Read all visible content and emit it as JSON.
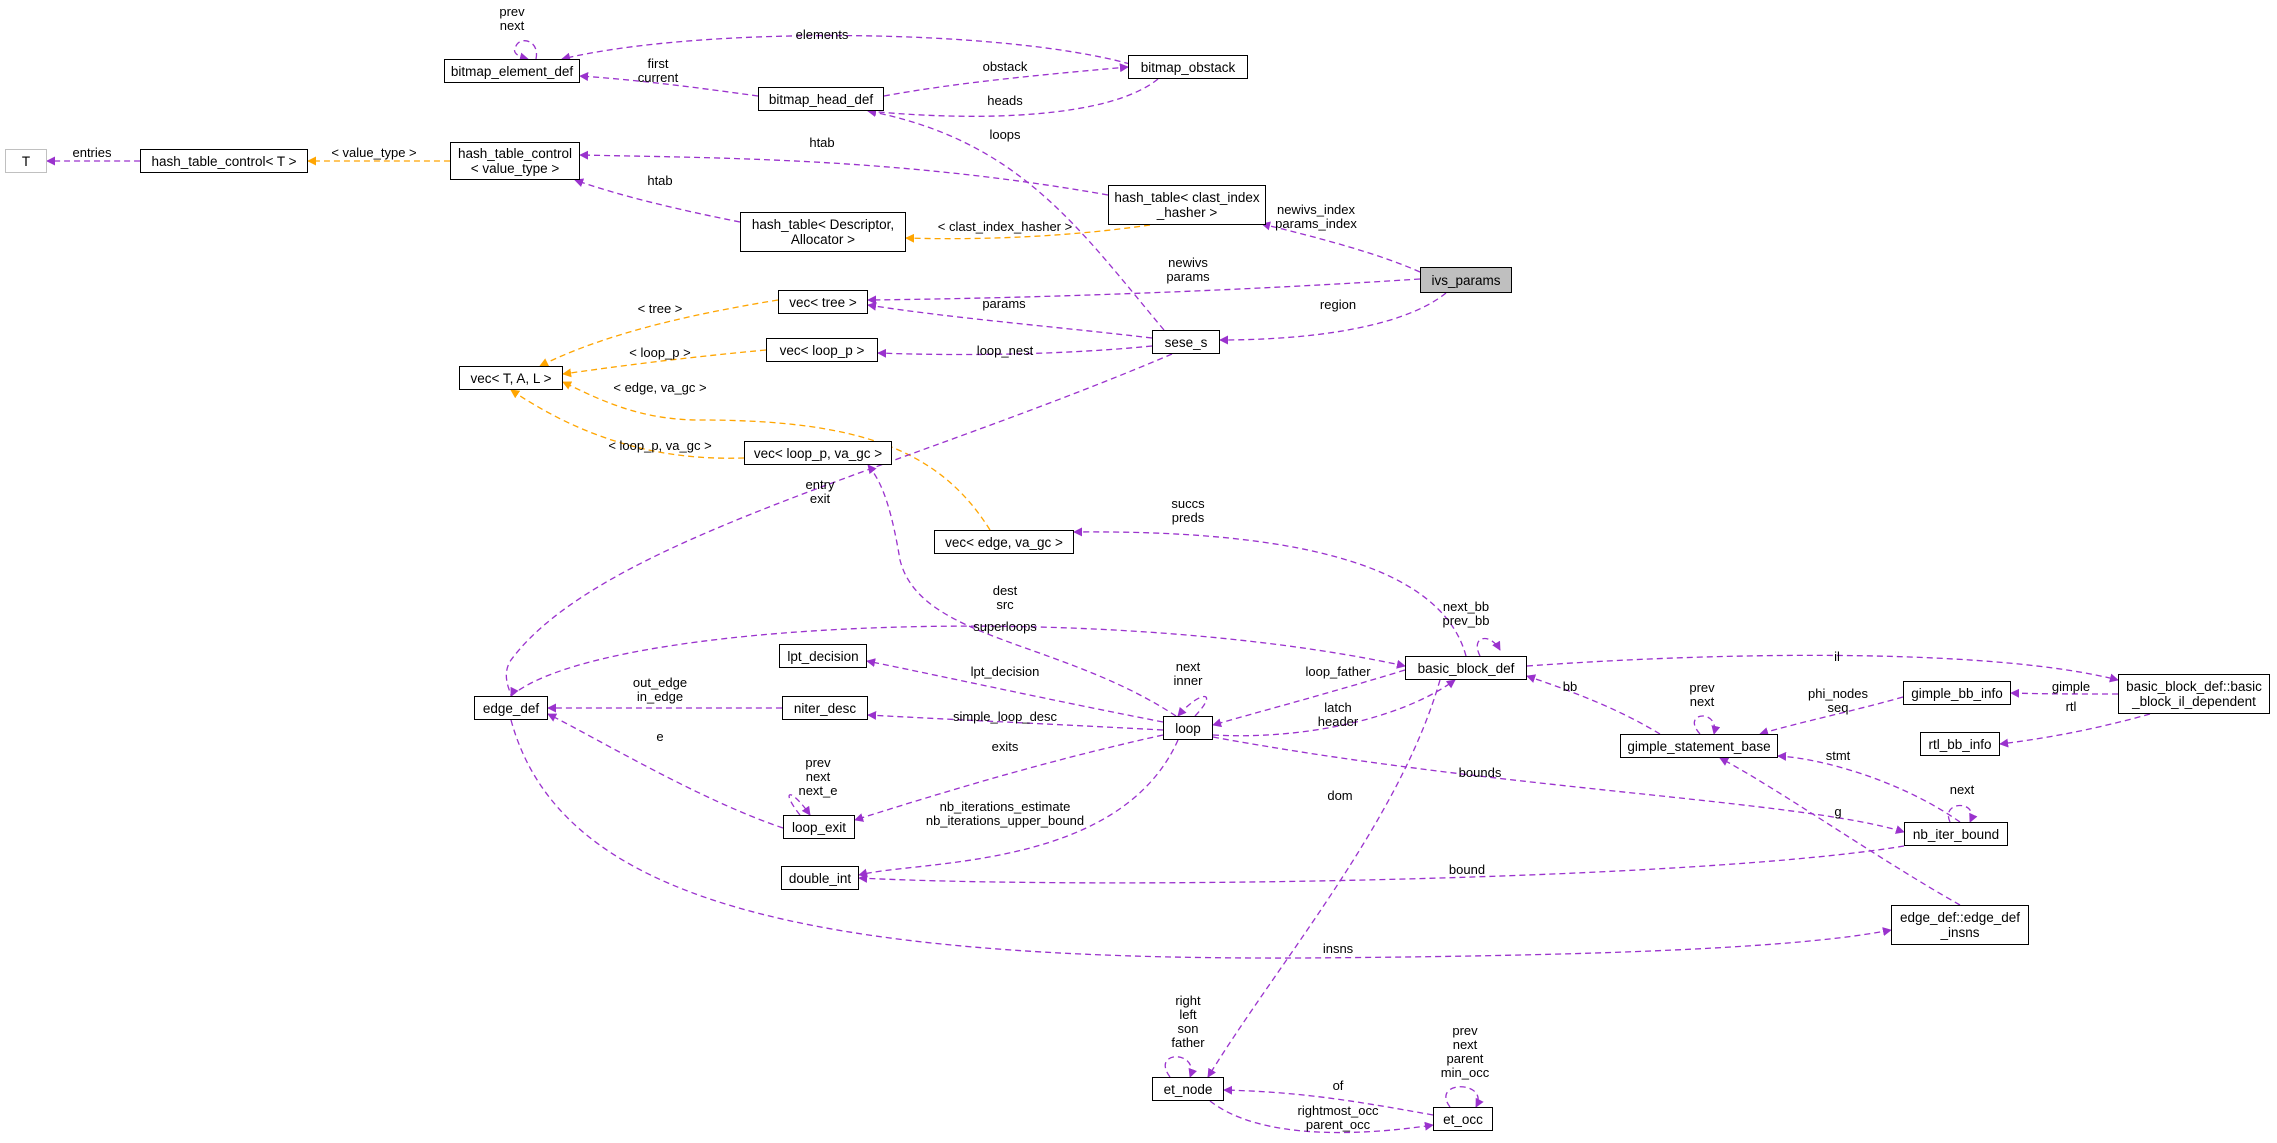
{
  "colors": {
    "member": "#9a32cd",
    "template": "#ffa500",
    "focus_fill": "#bfbfbf"
  },
  "nodes": [
    {
      "id": "bitmap_element_def",
      "label": "bitmap_element_def"
    },
    {
      "id": "bitmap_head_def",
      "label": "bitmap_head_def"
    },
    {
      "id": "bitmap_obstack",
      "label": "bitmap_obstack"
    },
    {
      "id": "T",
      "label": "T"
    },
    {
      "id": "hash_table_control_T",
      "label": "hash_table_control< T >"
    },
    {
      "id": "hash_table_control_vt",
      "label": "hash_table_control\n< value_type >"
    },
    {
      "id": "hash_table_clast",
      "label": "hash_table< clast_index\n_hasher >"
    },
    {
      "id": "hash_table_desc",
      "label": "hash_table< Descriptor,\nAllocator >"
    },
    {
      "id": "ivs_params",
      "label": "ivs_params"
    },
    {
      "id": "vec_tree",
      "label": "vec< tree >"
    },
    {
      "id": "sese_s",
      "label": "sese_s"
    },
    {
      "id": "vec_loop_p",
      "label": "vec< loop_p >"
    },
    {
      "id": "vec_TAL",
      "label": "vec< T, A, L >"
    },
    {
      "id": "vec_loop_p_va_gc",
      "label": "vec< loop_p, va_gc >"
    },
    {
      "id": "vec_edge_va_gc",
      "label": "vec< edge, va_gc >"
    },
    {
      "id": "lpt_decision",
      "label": "lpt_decision"
    },
    {
      "id": "edge_def",
      "label": "edge_def"
    },
    {
      "id": "niter_desc",
      "label": "niter_desc"
    },
    {
      "id": "loop_exit",
      "label": "loop_exit"
    },
    {
      "id": "double_int",
      "label": "double_int"
    },
    {
      "id": "loop",
      "label": "loop"
    },
    {
      "id": "basic_block_def",
      "label": "basic_block_def"
    },
    {
      "id": "gimple_statement_base",
      "label": "gimple_statement_base"
    },
    {
      "id": "gimple_bb_info",
      "label": "gimple_bb_info"
    },
    {
      "id": "rtl_bb_info",
      "label": "rtl_bb_info"
    },
    {
      "id": "bb_il_dependent",
      "label": "basic_block_def::basic\n_block_il_dependent"
    },
    {
      "id": "nb_iter_bound",
      "label": "nb_iter_bound"
    },
    {
      "id": "edge_def_insns",
      "label": "edge_def::edge_def\n_insns"
    },
    {
      "id": "et_node",
      "label": "et_node"
    },
    {
      "id": "et_occ",
      "label": "et_occ"
    }
  ],
  "edges": [
    {
      "id": "e1",
      "label": "prev\nnext",
      "kind": "member"
    },
    {
      "id": "e2",
      "label": "elements",
      "kind": "member"
    },
    {
      "id": "e3",
      "label": "first\ncurrent",
      "kind": "member"
    },
    {
      "id": "e4",
      "label": "obstack",
      "kind": "member"
    },
    {
      "id": "e5",
      "label": "heads",
      "kind": "member"
    },
    {
      "id": "e6",
      "label": "entries",
      "kind": "member"
    },
    {
      "id": "e7",
      "label": "< value_type >",
      "kind": "template"
    },
    {
      "id": "e8",
      "label": "htab",
      "kind": "member"
    },
    {
      "id": "e9",
      "label": "htab",
      "kind": "member"
    },
    {
      "id": "e10",
      "label": "< clast_index_hasher >",
      "kind": "template"
    },
    {
      "id": "e11",
      "label": "newivs_index\nparams_index",
      "kind": "member"
    },
    {
      "id": "e12",
      "label": "newivs\nparams",
      "kind": "member"
    },
    {
      "id": "e13",
      "label": "region",
      "kind": "member"
    },
    {
      "id": "e14",
      "label": "params",
      "kind": "member"
    },
    {
      "id": "e15",
      "label": "loops",
      "kind": "member"
    },
    {
      "id": "e16",
      "label": "loop_nest",
      "kind": "member"
    },
    {
      "id": "e17",
      "label": "< tree >",
      "kind": "template"
    },
    {
      "id": "e18",
      "label": "< loop_p >",
      "kind": "template"
    },
    {
      "id": "e19",
      "label": "< edge, va_gc >",
      "kind": "template"
    },
    {
      "id": "e20",
      "label": "< loop_p, va_gc >",
      "kind": "template"
    },
    {
      "id": "e21",
      "label": "entry\nexit",
      "kind": "member"
    },
    {
      "id": "e22",
      "label": "succs\npreds",
      "kind": "member"
    },
    {
      "id": "e23",
      "label": "dest\nsrc",
      "kind": "member"
    },
    {
      "id": "e24",
      "label": "next_bb\nprev_bb",
      "kind": "member"
    },
    {
      "id": "e25",
      "label": "superloops",
      "kind": "member"
    },
    {
      "id": "e26",
      "label": "lpt_decision",
      "kind": "member"
    },
    {
      "id": "e27",
      "label": "next\ninner",
      "kind": "member"
    },
    {
      "id": "e28",
      "label": "loop_father",
      "kind": "member"
    },
    {
      "id": "e29",
      "label": "latch\nheader",
      "kind": "member"
    },
    {
      "id": "e30",
      "label": "out_edge\nin_edge",
      "kind": "member"
    },
    {
      "id": "e31",
      "label": "simple_loop_desc",
      "kind": "member"
    },
    {
      "id": "e32",
      "label": "exits",
      "kind": "member"
    },
    {
      "id": "e33",
      "label": "e",
      "kind": "member"
    },
    {
      "id": "e34",
      "label": "prev\nnext\nnext_e",
      "kind": "member"
    },
    {
      "id": "e35",
      "label": "nb_iterations_estimate\nnb_iterations_upper_bound",
      "kind": "member"
    },
    {
      "id": "e36",
      "label": "bounds",
      "kind": "member"
    },
    {
      "id": "e37",
      "label": "bound",
      "kind": "member"
    },
    {
      "id": "e38",
      "label": "il",
      "kind": "member"
    },
    {
      "id": "e39",
      "label": "bb",
      "kind": "member"
    },
    {
      "id": "e40",
      "label": "prev\nnext",
      "kind": "member"
    },
    {
      "id": "e41",
      "label": "phi_nodes\nseq",
      "kind": "member"
    },
    {
      "id": "e42",
      "label": "gimple",
      "kind": "member"
    },
    {
      "id": "e43",
      "label": "rtl",
      "kind": "member"
    },
    {
      "id": "e44",
      "label": "stmt",
      "kind": "member"
    },
    {
      "id": "e45",
      "label": "next",
      "kind": "member"
    },
    {
      "id": "e46",
      "label": "g",
      "kind": "member"
    },
    {
      "id": "e47",
      "label": "insns",
      "kind": "member"
    },
    {
      "id": "e48",
      "label": "dom",
      "kind": "member"
    },
    {
      "id": "e49",
      "label": "right\nleft\nson\nfather",
      "kind": "member"
    },
    {
      "id": "e50",
      "label": "of",
      "kind": "member"
    },
    {
      "id": "e51",
      "label": "rightmost_occ\nparent_occ",
      "kind": "member"
    },
    {
      "id": "e52",
      "label": "prev\nnext\nparent\nmin_occ",
      "kind": "member"
    }
  ]
}
